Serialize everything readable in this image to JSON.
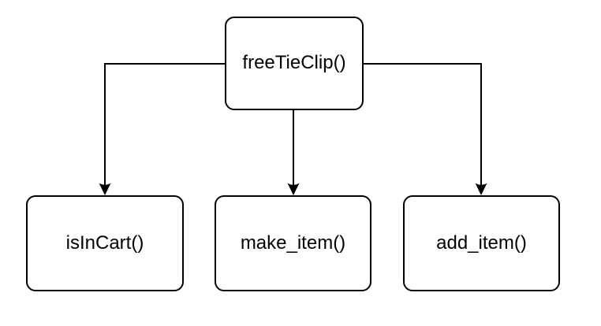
{
  "diagram": {
    "background_color": "#ffffff",
    "node_fill_color": "#ffffff",
    "node_border_color": "#000000",
    "edge_color": "#000000",
    "text_color": "#000000",
    "nodes": [
      {
        "label": "freeTieClip()"
      },
      {
        "label": "isInCart()"
      },
      {
        "label": "make_item()"
      },
      {
        "label": "add_item()"
      }
    ],
    "edges": [
      {
        "from": "freeTieClip()",
        "to": "isInCart()"
      },
      {
        "from": "freeTieClip()",
        "to": "make_item()"
      },
      {
        "from": "freeTieClip()",
        "to": "add_item()"
      }
    ]
  }
}
